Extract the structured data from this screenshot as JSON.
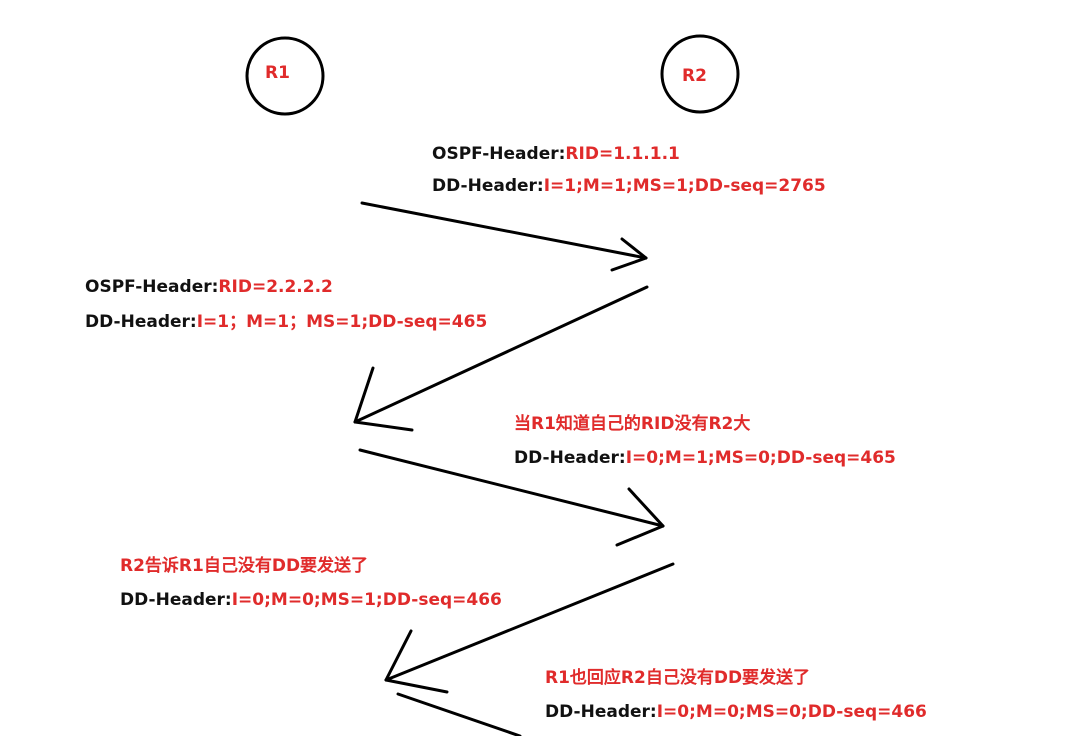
{
  "nodes": {
    "r1": "R1",
    "r2": "R2"
  },
  "messages": [
    {
      "line1": {
        "key": "OSPF-Header:",
        "value": "RID=1.1.1.1"
      },
      "line2": {
        "key": "DD-Header:",
        "value": "I=1;M=1;MS=1;DD-seq=2765"
      }
    },
    {
      "line1": {
        "key": "OSPF-Header:",
        "value": "RID=2.2.2.2"
      },
      "line2": {
        "key": "DD-Header:",
        "value": "I=1；M=1；MS=1;DD-seq=465"
      }
    },
    {
      "note": "当R1知道自己的RID没有R2大",
      "line2": {
        "key": "DD-Header:",
        "value": "I=0;M=1;MS=0;DD-seq=465"
      }
    },
    {
      "note": "R2告诉R1自己没有DD要发送了",
      "line2": {
        "key": "DD-Header:",
        "value": "I=0;M=0;MS=1;DD-seq=466"
      }
    },
    {
      "note": "R1也回应R2自己没有DD要发送了",
      "line2": {
        "key": "DD-Header:",
        "value": "I=0;M=0;MS=0;DD-seq=466"
      }
    }
  ],
  "colors": {
    "key": "#111111",
    "value": "#e02b2b",
    "stroke": "#000000"
  }
}
